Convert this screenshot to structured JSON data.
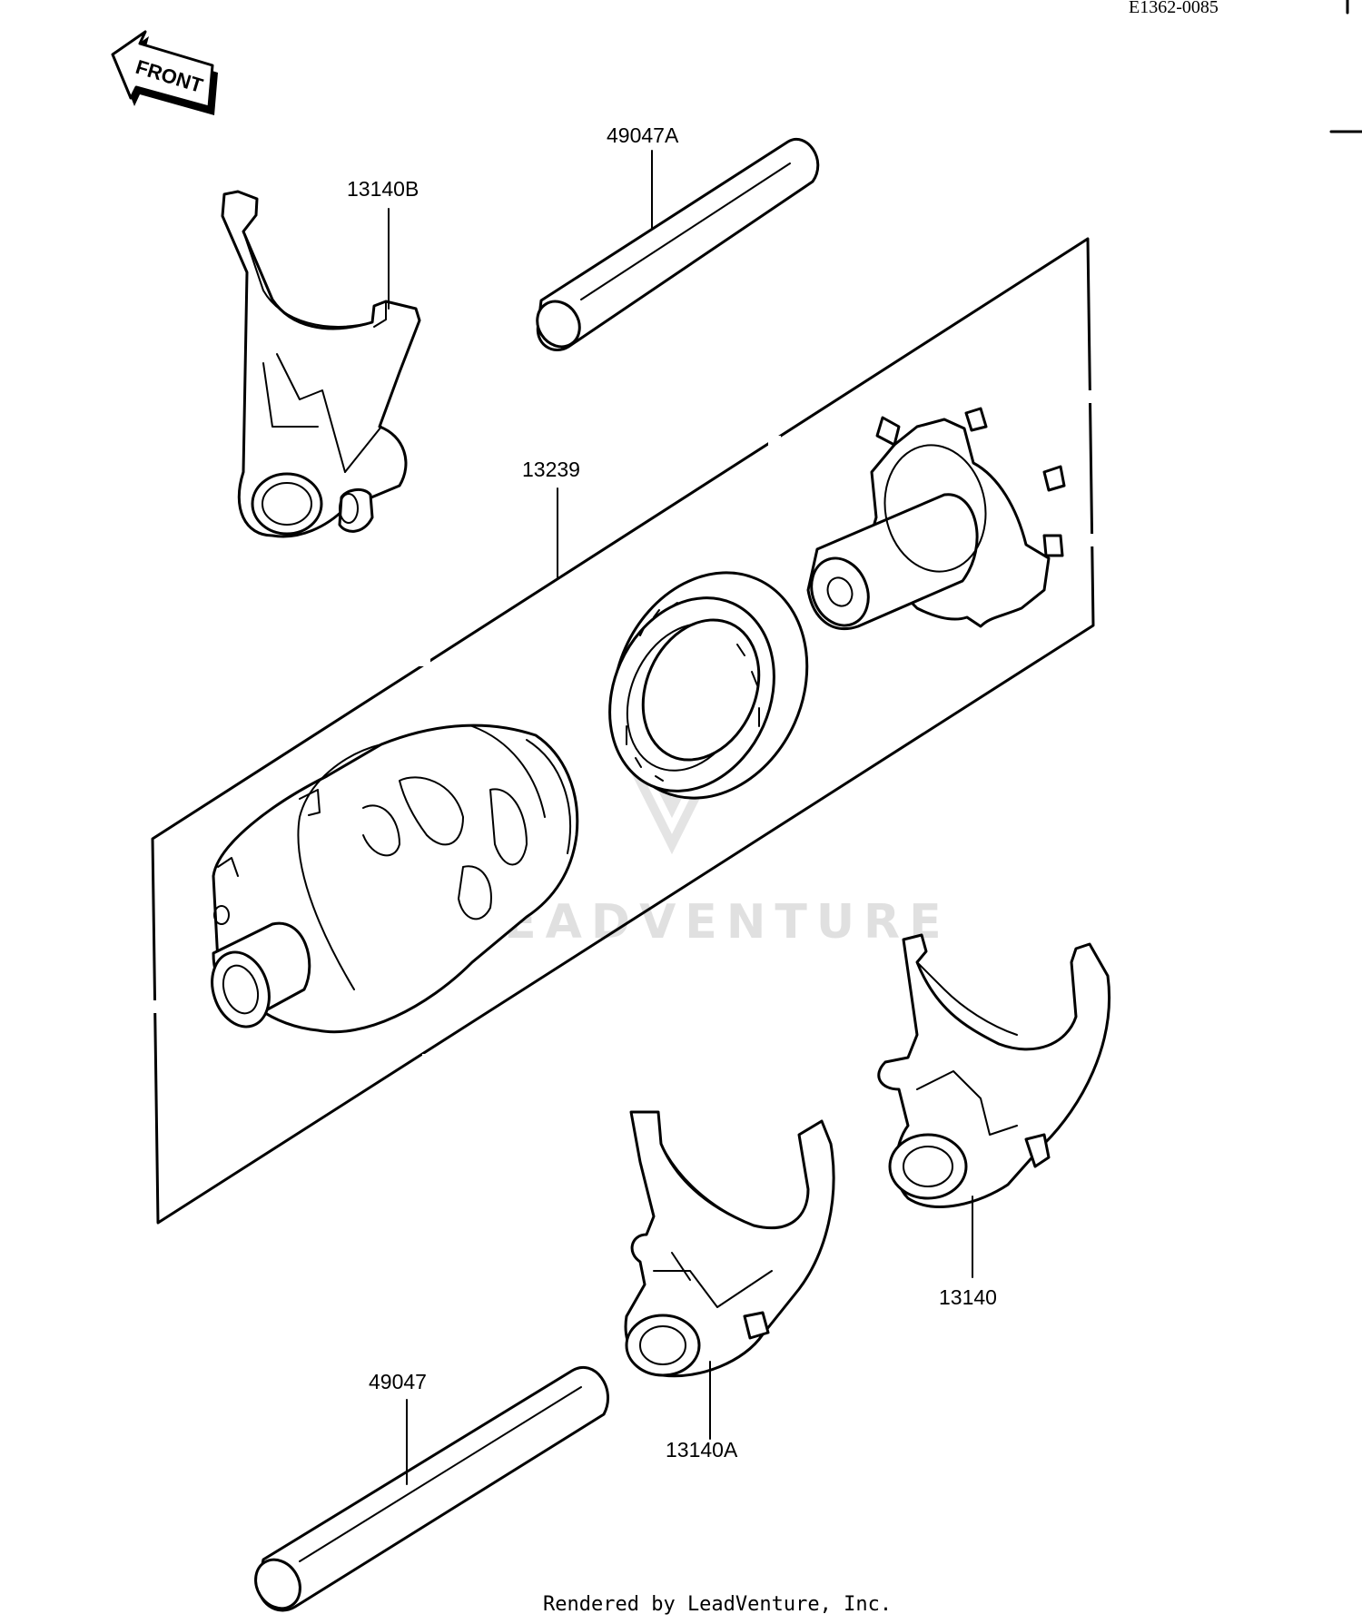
{
  "diagram": {
    "reference_code": "E1362-0085",
    "front_indicator": "FRONT",
    "parts": [
      {
        "number": "13140B"
      },
      {
        "number": "49047A"
      },
      {
        "number": "13239"
      },
      {
        "number": "13140"
      },
      {
        "number": "49047"
      },
      {
        "number": "13140A"
      }
    ],
    "watermark": "LEADVENTURE",
    "credit": "Rendered by LeadVenture, Inc."
  }
}
